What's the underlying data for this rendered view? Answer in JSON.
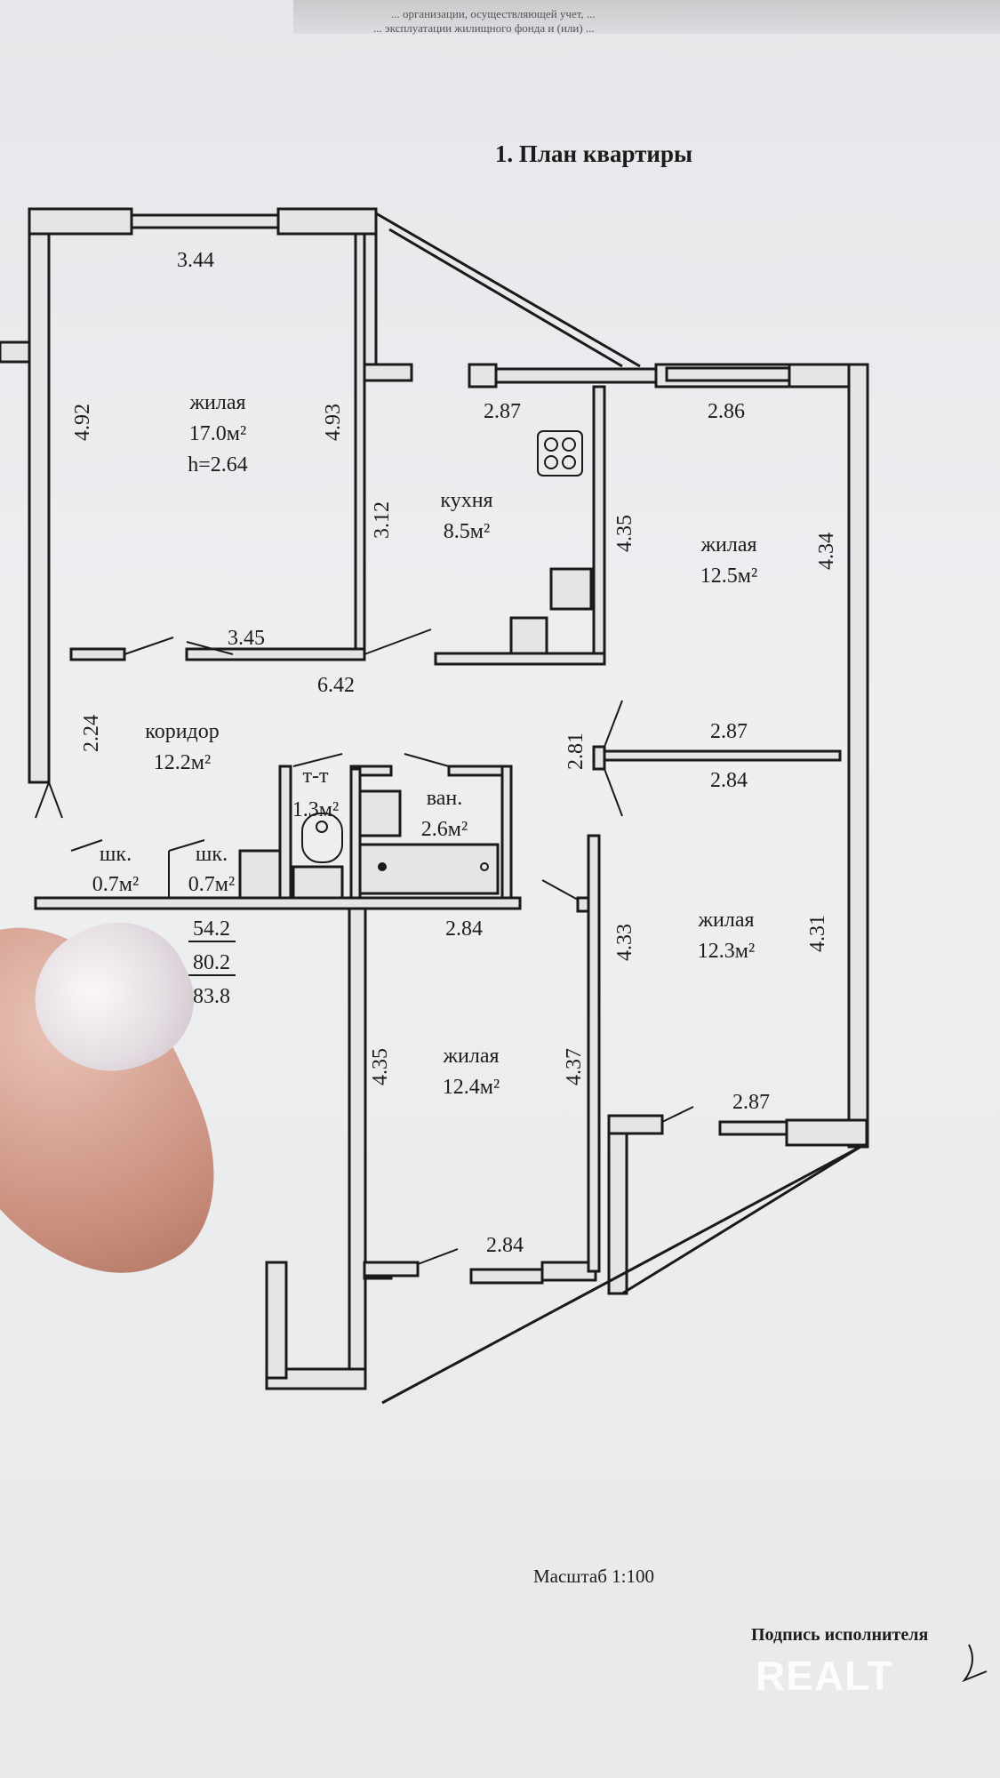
{
  "document_header": {
    "line1": "... организации, осуществляющей учет, ...",
    "line2": "... эксплуатации жилищного фонда и (или) ..."
  },
  "title": "1. План квартиры",
  "rooms": {
    "living1": {
      "name": "жилая",
      "area": "17.0м²",
      "height": "h=2.64"
    },
    "kitchen": {
      "name": "кухня",
      "area": "8.5м²"
    },
    "living2": {
      "name": "жилая",
      "area": "12.5м²"
    },
    "corridor": {
      "name": "коридор",
      "area": "12.2м²"
    },
    "toilet": {
      "name": "т-т",
      "area": "1.3м²"
    },
    "bath": {
      "name": "ван.",
      "area": "2.6м²"
    },
    "closet1": {
      "name": "шк.",
      "area": "0.7м²"
    },
    "closet2": {
      "name": "шк.",
      "area": "0.7м²"
    },
    "living3": {
      "name": "жилая",
      "area": "12.3м²"
    },
    "living4": {
      "name": "жилая",
      "area": "12.4м²"
    }
  },
  "dimensions": {
    "d344": "3.44",
    "d492": "4.92",
    "d493": "4.93",
    "d287a": "2.87",
    "d286": "2.86",
    "d312": "3.12",
    "d435a": "4.35",
    "d434": "4.34",
    "d345": "3.45",
    "d642": "6.42",
    "d224": "2.24",
    "d281": "2.81",
    "d287b": "2.87",
    "d284a": "2.84",
    "d284b": "2.84",
    "d433": "4.33",
    "d431": "4.31",
    "d435b": "4.35",
    "d437": "4.37",
    "d287c": "2.87",
    "d284c": "2.84"
  },
  "totals": {
    "living_area": "54.2",
    "total_area": "80.2",
    "total_with_balcony": "83.8"
  },
  "scale": "Масштаб 1:100",
  "signature_label": "Подпись исполнителя",
  "watermark": "REALT"
}
